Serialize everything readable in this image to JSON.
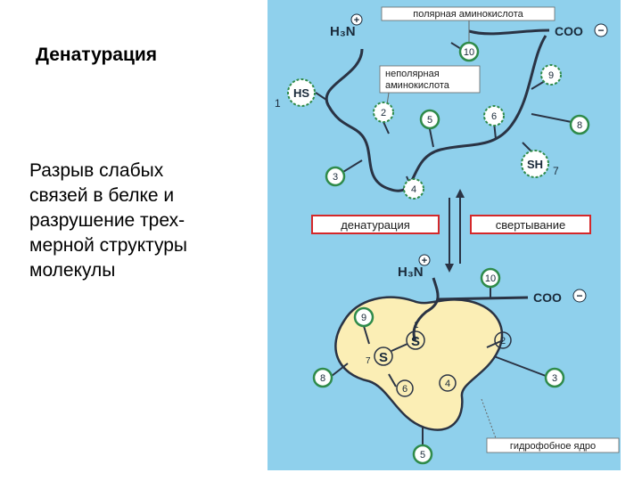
{
  "slide": {
    "title": "Денатурация",
    "body_lines": [
      "Разрыв слабых",
      "связей в  белке и",
      "разрушение трех-",
      "мерной структуры",
      "молекулы"
    ]
  },
  "figure": {
    "labels": {
      "polar": "полярная аминокислота",
      "nonpolar_1": "неполярная",
      "nonpolar_2": "аминокислота",
      "denaturation": "денатурация",
      "folding": "свертывание",
      "core": "гидрофобное ядро"
    },
    "terminals": {
      "n": "H₃N",
      "c": "COO",
      "plus": "+",
      "minus": "−"
    },
    "top_nodes": [
      "10",
      "9",
      "2",
      "5",
      "6",
      "8",
      "3",
      "4"
    ],
    "top_groups": {
      "hs": "HS",
      "hs_index": "1",
      "sh": "SH",
      "sh_index": "7"
    },
    "bottom_nodes": [
      "10",
      "9",
      "2",
      "8",
      "6",
      "4",
      "3",
      "5"
    ],
    "bottom_groups": {
      "s": "S",
      "s_index_1": "1",
      "s_index_7": "7"
    },
    "colors": {
      "background": "#8fd0ec",
      "node_fill": "#ffffff",
      "node_border": "#2f8b4a",
      "core_fill": "#fbeeb5",
      "chain": "#2a3344",
      "label_border": "#d4282a"
    }
  }
}
